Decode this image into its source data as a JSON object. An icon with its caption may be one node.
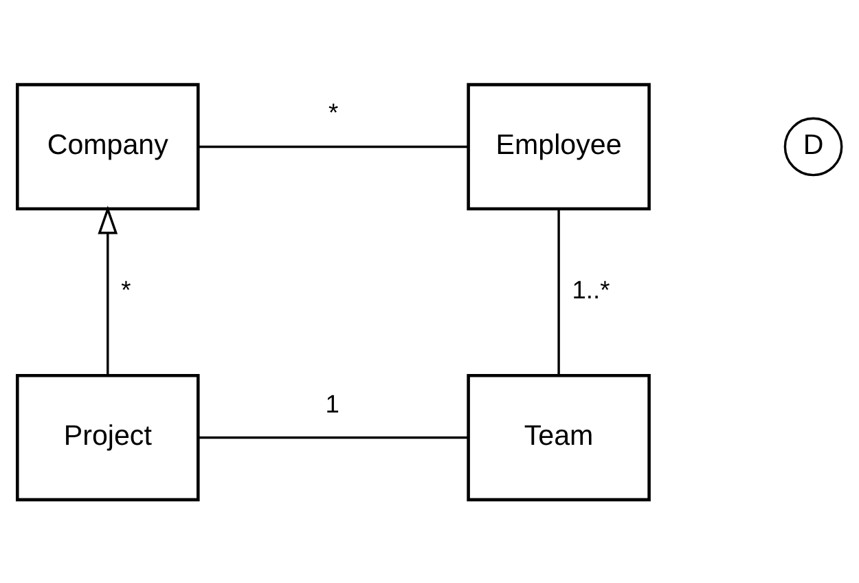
{
  "diagram": {
    "nodes": [
      {
        "text": [
          "Company"
        ]
      },
      {
        "text": [
          "Employee"
        ]
      },
      {
        "text": [
          "D"
        ]
      },
      {
        "text": [
          "Project"
        ]
      },
      {
        "text": [
          "Team"
        ]
      }
    ],
    "edges": [
      {
        "from": 0,
        "to": 1,
        "arrow": "none",
        "label": "*"
      },
      {
        "from": 3,
        "to": 0,
        "arrow": "to",
        "label": "*"
      },
      {
        "from": 1,
        "to": 4,
        "arrow": "none",
        "label": "1..*"
      },
      {
        "from": 3,
        "to": 4,
        "arrow": "none",
        "label": "1"
      }
    ]
  }
}
